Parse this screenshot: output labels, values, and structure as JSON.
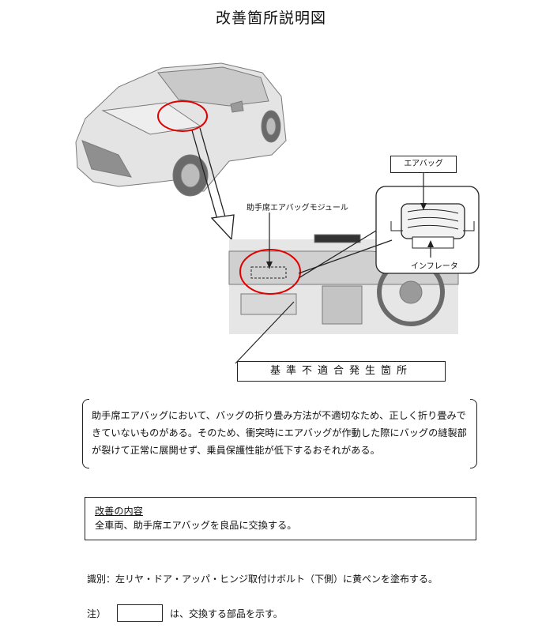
{
  "title": "改善箇所説明図",
  "labels": {
    "module": "助手席エアバッグモジュール",
    "airbag": "エアバッグ",
    "inflator": "インフレータ",
    "noncompliance": "基準不適合発生箇所"
  },
  "description": {
    "line1": "助手席エアバッグにおいて、バッグの折り畳み方法が不適切なため、正しく折り畳みで",
    "line2": "きていないものがある。そのため、衝突時にエアバッグが作動した際にバッグの縫製部",
    "line3": "が裂けて正常に展開せず、乗員保護性能が低下するおそれがある。"
  },
  "improvement": {
    "heading": "改善の内容",
    "text": "全車両、助手席エアバッグを良品に交換する。"
  },
  "identification": "識別：左リヤ・ドア・アッパ・ヒンジ取付けボルト（下側）に黄ペンを塗布する。",
  "note": {
    "key": "注）",
    "text": "は、交換する部品を示す。"
  },
  "colors": {
    "highlight": "#e00000",
    "line": "#222222"
  }
}
